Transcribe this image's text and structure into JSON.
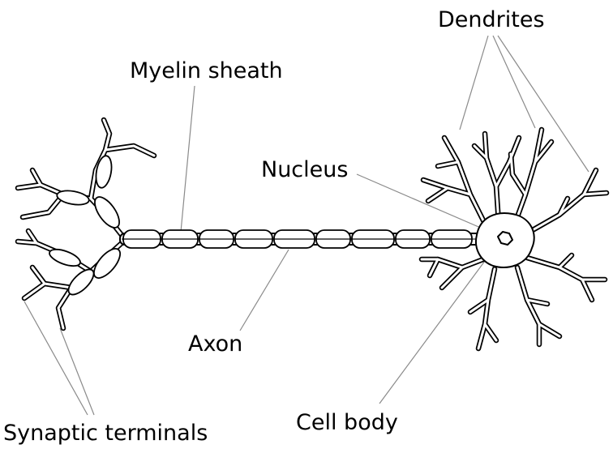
{
  "labels": {
    "dendrites": "Dendrites",
    "myelin_sheath": "Myelin sheath",
    "nucleus": "Nucleus",
    "axon": "Axon",
    "cell_body": "Cell body",
    "synaptic_terminals": "Synaptic terminals"
  }
}
